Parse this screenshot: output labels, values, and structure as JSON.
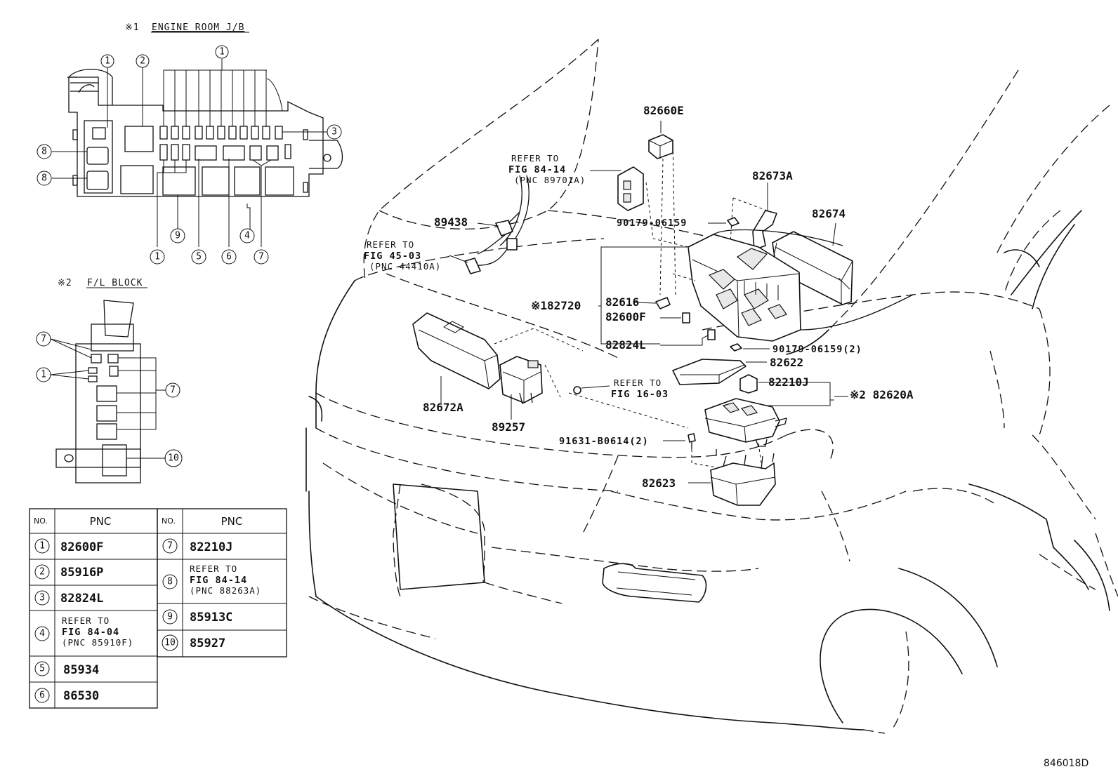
{
  "diagram_id": "846018D",
  "section1": {
    "mark": "※1",
    "title": "ENGINE ROOM J/B"
  },
  "section2": {
    "mark": "※2",
    "title": "F/L BLOCK"
  },
  "callouts": {
    "c82660E": "82660E",
    "c82673A": "82673A",
    "c82674": "82674",
    "c89438": "89438",
    "c90179a": "90179-06159",
    "c82720": "※182720",
    "c82616": "82616",
    "c82600F": "82600F",
    "c82824L": "82824L",
    "c90179b": "90179-06159(2)",
    "c82622": "82622",
    "c82210J": "82210J",
    "c82620A": "※2 82620A",
    "c82672A": "82672A",
    "c89257": "89257",
    "c91631": "91631-B0614(2)",
    "c82623": "82623"
  },
  "refs": {
    "r8414": {
      "l1": "REFER TO",
      "l2": "FIG 84-14",
      "l3": "(PNC 89701A)"
    },
    "r4503": {
      "l1": "REFER TO",
      "l2": "FIG 45-03",
      "l3": "(PNC 44410A)"
    },
    "r1603": {
      "l1": "REFER TO",
      "l2": "FIG 16-03"
    }
  },
  "table": {
    "h_no": "NO.",
    "h_pnc": "PNC",
    "left": [
      {
        "no": "1",
        "pnc": "82600F"
      },
      {
        "no": "2",
        "pnc": "85916P"
      },
      {
        "no": "3",
        "pnc": "82824L"
      },
      {
        "no": "4",
        "l1": "REFER TO",
        "l2": "FIG 84-04",
        "l3": "(PNC 85910F)"
      },
      {
        "no": "5",
        "pnc": "85934"
      },
      {
        "no": "6",
        "pnc": "86530"
      }
    ],
    "right": [
      {
        "no": "7",
        "pnc": "82210J"
      },
      {
        "no": "8",
        "l1": "REFER TO",
        "l2": "FIG 84-14",
        "l3": "(PNC 88263A)"
      },
      {
        "no": "9",
        "pnc": "85913C"
      },
      {
        "no": "10",
        "pnc": "85927"
      }
    ]
  },
  "jb_markers": {
    "m1": "1",
    "m2": "2",
    "m3": "3",
    "m4": "4",
    "m5": "5",
    "m6": "6",
    "m7": "7",
    "m8": "8",
    "m9": "9"
  },
  "fl_markers": {
    "m1": "1",
    "m7": "7",
    "m10": "10"
  }
}
